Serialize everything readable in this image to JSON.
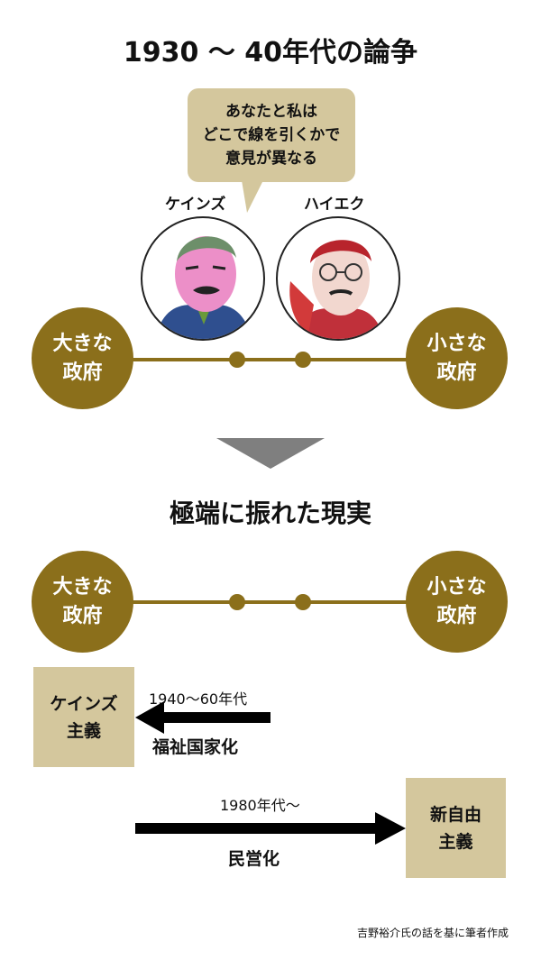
{
  "title_top": "1930 〜 40年代の論争",
  "bubble_text": "あなたと私は\nどこで線を引くかで\n意見が異なる",
  "persons": {
    "keynes": "ケインズ",
    "hayek": "ハイエク"
  },
  "scale": {
    "left": "大きな\n政府",
    "right": "小さな\n政府"
  },
  "title_mid": "極端に振れた現実",
  "keynesian": {
    "box": "ケインズ\n主義",
    "period": "1940〜60年代",
    "policy": "福祉国家化"
  },
  "neoliberal": {
    "box": "新自由\n主義",
    "period": "1980年代〜",
    "policy": "民営化"
  },
  "credit": "吉野裕介氏の話を基に筆者作成",
  "colors": {
    "gold": "#8b6f1b",
    "beige": "#d4c79d",
    "arrow_gray": "#7f7f7f"
  }
}
